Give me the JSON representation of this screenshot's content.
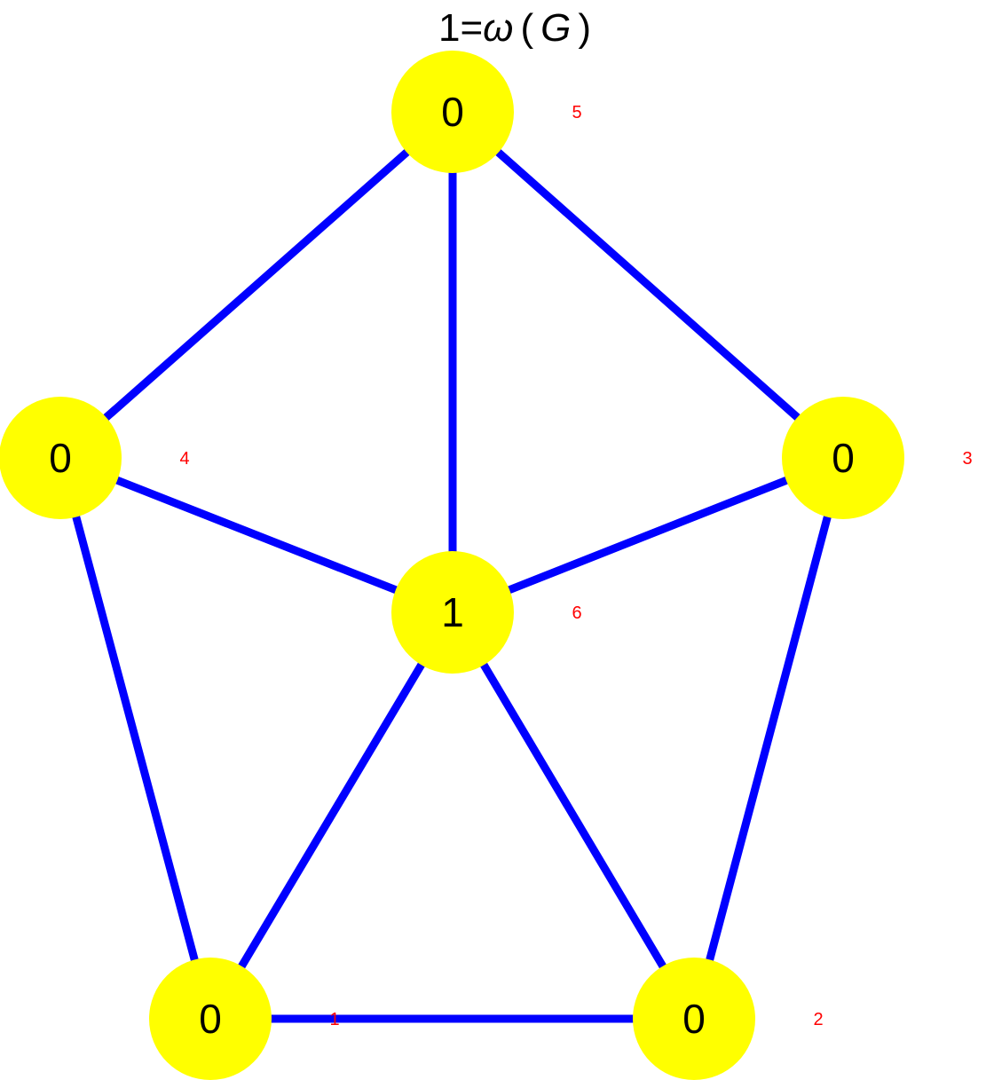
{
  "title": {
    "prefix": "1=",
    "omega": "ω",
    "open_paren": "(",
    "graph": "G",
    "close_paren": ")"
  },
  "colors": {
    "edge": "#0000ff",
    "node_fill": "#ffff00",
    "node_value_text": "#000000",
    "node_id_text": "#ff0000"
  },
  "nodes": [
    {
      "id": "1",
      "value": "0"
    },
    {
      "id": "2",
      "value": "0"
    },
    {
      "id": "3",
      "value": "0"
    },
    {
      "id": "4",
      "value": "0"
    },
    {
      "id": "5",
      "value": "0"
    },
    {
      "id": "6",
      "value": "1"
    }
  ],
  "edges": [
    [
      "1",
      "2"
    ],
    [
      "2",
      "3"
    ],
    [
      "3",
      "5"
    ],
    [
      "5",
      "4"
    ],
    [
      "4",
      "1"
    ],
    [
      "6",
      "1"
    ],
    [
      "6",
      "2"
    ],
    [
      "6",
      "3"
    ],
    [
      "6",
      "4"
    ],
    [
      "6",
      "5"
    ]
  ]
}
